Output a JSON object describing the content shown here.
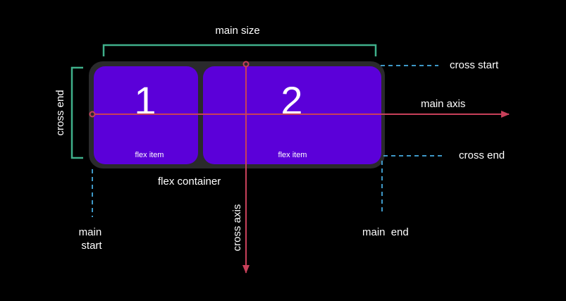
{
  "labels": {
    "main_size": "main size",
    "cross_start": "cross start",
    "main_axis": "main axis",
    "cross_end_right": "cross end",
    "cross_end_left": "cross end",
    "flex_container": "flex container",
    "main_start_line1": "main",
    "main_start_line2": "start",
    "main_end_line1": "main",
    "main_end_line2": "end",
    "cross_axis": "cross axis"
  },
  "items": [
    {
      "number": "1",
      "caption": "flex item"
    },
    {
      "number": "2",
      "caption": "flex item"
    }
  ],
  "colors": {
    "background": "#000000",
    "container": "#2a2a2c",
    "item": "#5b00d9",
    "axis": "#c8405a",
    "bracket": "#3fb08b",
    "dashed": "#3e98c7",
    "text": "#ffffff"
  }
}
